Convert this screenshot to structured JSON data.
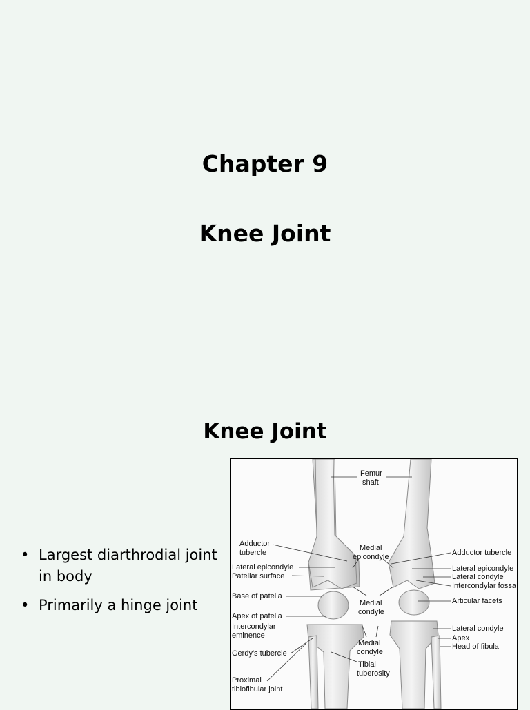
{
  "slide1": {
    "chapter": "Chapter 9",
    "title": "Knee Joint"
  },
  "slide2": {
    "heading": "Knee Joint",
    "bullets": [
      "Largest diarthrodial joint in body",
      "Primarily a hinge joint"
    ]
  },
  "figure": {
    "labels": {
      "femur": "Femur",
      "shaft": "shaft",
      "adductor_tubercle_left_1": "Adductor",
      "adductor_tubercle_left_2": "tubercle",
      "medial_epicondyle_1": "Medial",
      "medial_epicondyle_2": "epicondyle",
      "adductor_tubercle_right": "Adductor tubercle",
      "lateral_epicondyle_left": "Lateral epicondyle",
      "lateral_epicondyle_right": "Lateral epicondyle",
      "patellar_surface": "Patellar surface",
      "lateral_condyle_femur": "Lateral condyle",
      "intercondylar_fossa": "Intercondylar fossa",
      "base_of_patella": "Base of patella",
      "medial_condyle_femur_1": "Medial",
      "medial_condyle_femur_2": "condyle",
      "articular_facets": "Articular facets",
      "apex_of_patella": "Apex of patella",
      "intercondylar_eminence_1": "Intercondylar",
      "intercondylar_eminence_2": "eminence",
      "lateral_condyle_tibia": "Lateral condyle",
      "apex": "Apex",
      "head_of_fibula": "Head of fibula",
      "medial_condyle_tibia_1": "Medial",
      "medial_condyle_tibia_2": "condyle",
      "gerdys_tubercle": "Gerdy's tubercle",
      "tibial_tuberosity_1": "Tibial",
      "tibial_tuberosity_2": "tuberosity",
      "proximal_tibiofibular_1": "Proximal",
      "proximal_tibiofibular_2": "tibiofibular joint"
    }
  }
}
